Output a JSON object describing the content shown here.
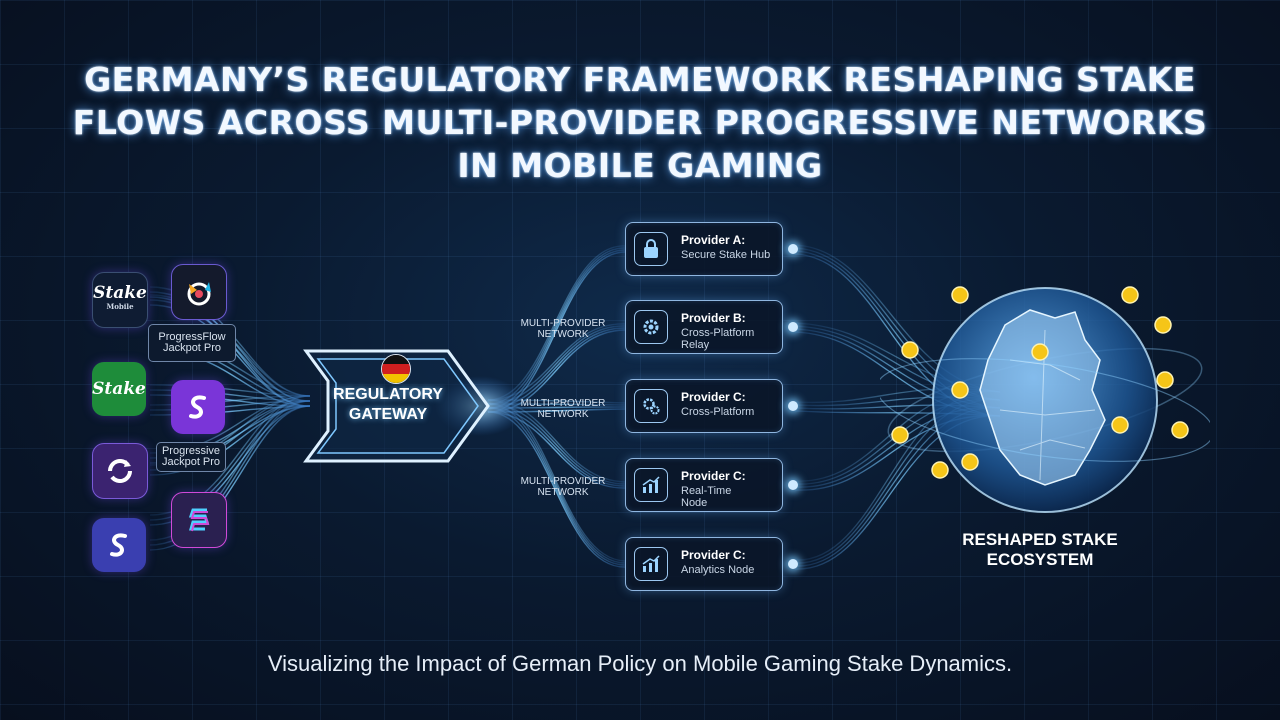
{
  "title": {
    "line1": "GERMANY’S REGULATORY FRAMEWORK RESHAPING STAKE",
    "line2": "FLOWS ACROSS MULTI-PROVIDER PROGRESSIVE NETWORKS",
    "line3": "IN MOBILE GAMING"
  },
  "subtitle": "Visualizing the Impact of German Policy on Mobile Gaming Stake Dynamics.",
  "apps": [
    {
      "label": "Stake",
      "sublabel": "Mobile",
      "color": "#0f1c33",
      "icon": "stake-logo"
    },
    {
      "label": "",
      "color": "#141a2c",
      "icon": "swirl-logo"
    },
    {
      "label": "Stake",
      "sublabel": "",
      "color": "#1e8c3a",
      "icon": "stake-logo"
    },
    {
      "label": "",
      "color": "#7a35d8",
      "icon": "s-logo"
    },
    {
      "label": "",
      "color": "#3b2370",
      "icon": "loop-arrow-logo"
    },
    {
      "label": "",
      "color": "#2a2050",
      "icon": "stacked-s-logo"
    },
    {
      "label": "",
      "color": "#3a3fb0",
      "icon": "s-logo"
    }
  ],
  "pills": [
    {
      "line1": "ProgressFlow",
      "line2": "Jackpot Pro"
    },
    {
      "line1": "Progressive",
      "line2": "Jackpot Pro"
    }
  ],
  "gateway": {
    "line1": "REGULATORY",
    "line2": "GATEWAY",
    "flag_colors": [
      "#111111",
      "#d01f1f",
      "#f2c200"
    ]
  },
  "network_labels": [
    {
      "line1": "MULTI-PROVIDER",
      "line2": "NETWORK"
    },
    {
      "line1": "MULTI-PROVIDER",
      "line2": "NETWORK"
    },
    {
      "line1": "MULTI-PROVIDER",
      "line2": "NETWORK"
    }
  ],
  "providers": [
    {
      "name": "Provider A:",
      "desc1": "Secure Stake Hub",
      "desc2": "",
      "icon": "lock-icon"
    },
    {
      "name": "Provider B:",
      "desc1": "Cross-Platform",
      "desc2": "Relay",
      "icon": "gear-icon"
    },
    {
      "name": "Provider C:",
      "desc1": "Cross-Platform",
      "desc2": "",
      "icon": "gears-icon"
    },
    {
      "name": "Provider C:",
      "desc1": "Real-Time",
      "desc2": "Node",
      "icon": "chart-icon"
    },
    {
      "name": "Provider C:",
      "desc1": "Analytics Node",
      "desc2": "",
      "icon": "chart-icon"
    }
  ],
  "ecosystem": {
    "line1": "RESHAPED STAKE",
    "line2": "ECOSYSTEM"
  },
  "colors": {
    "accent": "#8fd0ff",
    "coin": "#f5c518",
    "gateway_stroke": "#dff1ff"
  }
}
